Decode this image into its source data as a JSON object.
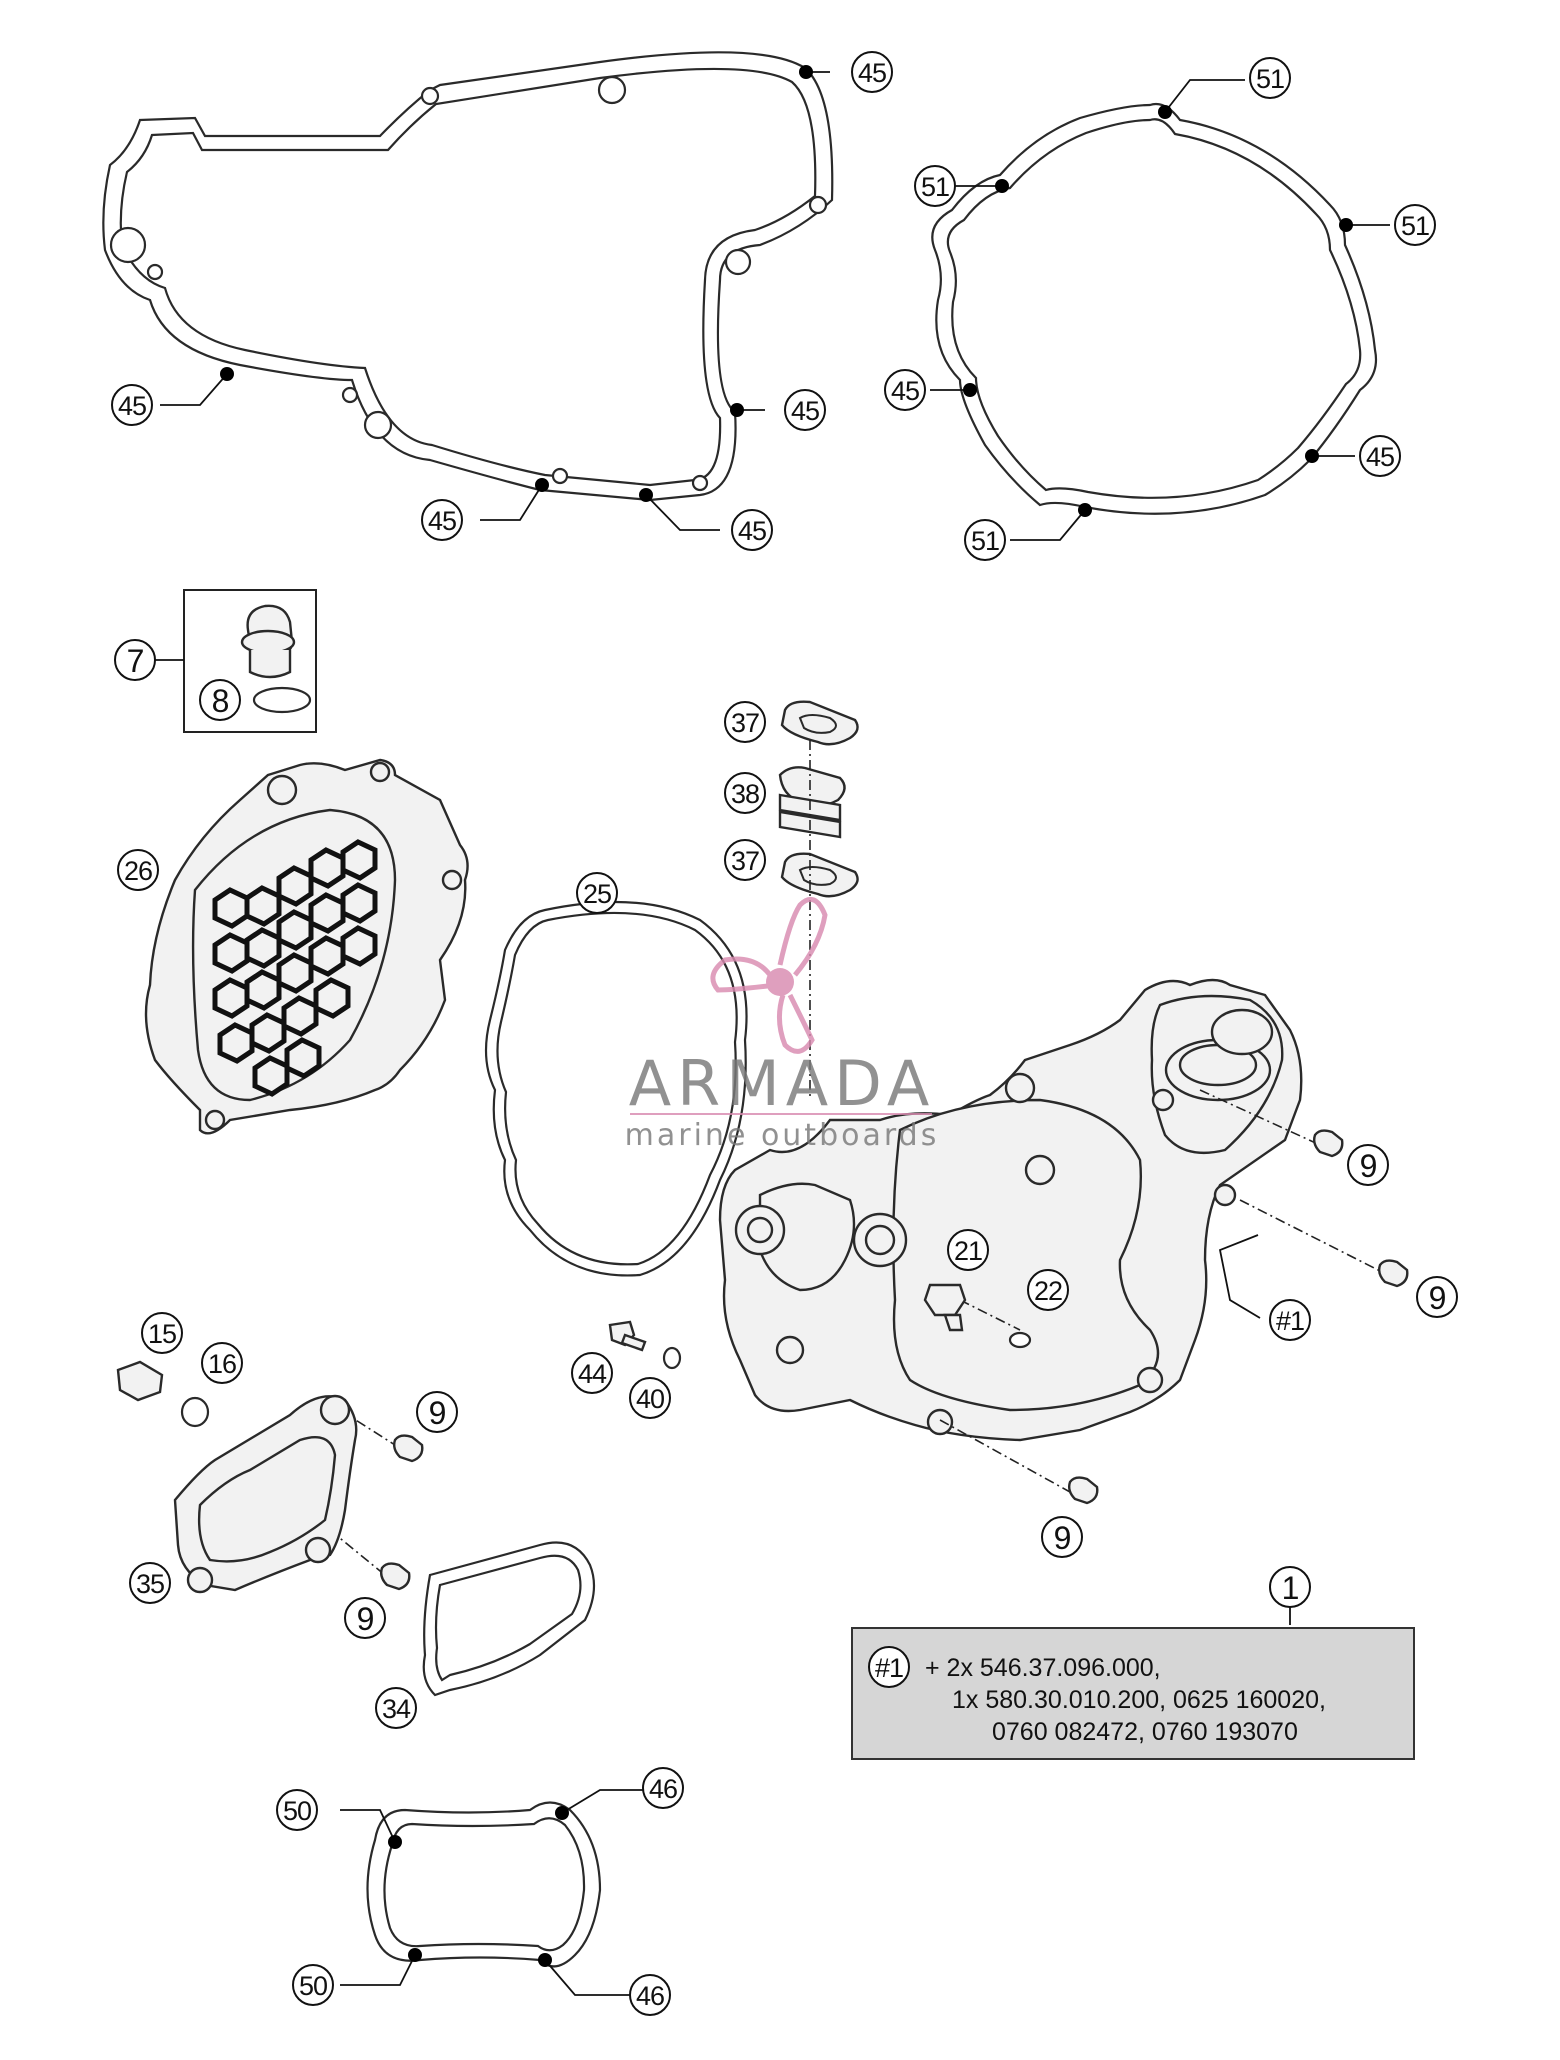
{
  "callouts": {
    "c45_a": "45",
    "c45_b": "45",
    "c45_c": "45",
    "c45_d": "45",
    "c45_e": "45",
    "c45_f": "45",
    "c45_g": "45",
    "c51_a": "51",
    "c51_b": "51",
    "c51_c": "51",
    "c51_d": "51",
    "c7": "7",
    "c8": "8",
    "c26": "26",
    "c25": "25",
    "c37_a": "37",
    "c38": "38",
    "c37_b": "37",
    "c9_a": "9",
    "c9_b": "9",
    "c9_c": "9",
    "c9_d": "9",
    "c9_e": "9",
    "c21": "21",
    "c22": "22",
    "c_ref": "#1",
    "c15": "15",
    "c16": "16",
    "c44": "44",
    "c40": "40",
    "c35": "35",
    "c34": "34",
    "c1": "1",
    "c50_a": "50",
    "c50_b": "50",
    "c46_a": "46",
    "c46_b": "46"
  },
  "info_box": {
    "ref": "#1",
    "line1": "+ 2x 546.37.096.000,",
    "line2": "1x 580.30.010.200, 0625 160020,",
    "line3": "0760 082472, 0760 193070"
  },
  "watermark": {
    "brand": "ARMADA",
    "tagline": "marine outboards",
    "brand_color": "#d98bb0"
  }
}
